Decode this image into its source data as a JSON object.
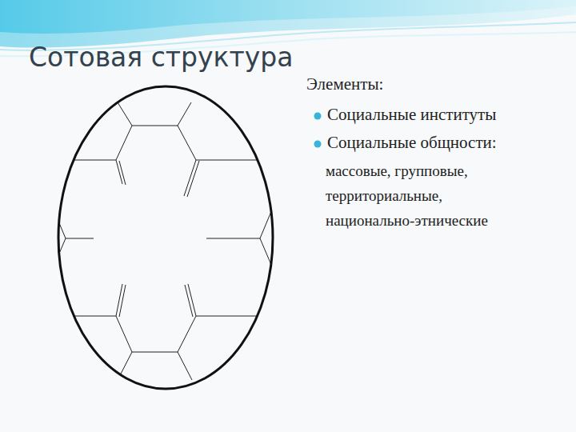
{
  "diagram": {
    "title": "Сотовая структура",
    "labels": [
      "Элементы:",
      "Социальные институты",
      "Социальные общности:",
      "массовые, групповые, территориальные, национально-этнические"
    ]
  }
}
